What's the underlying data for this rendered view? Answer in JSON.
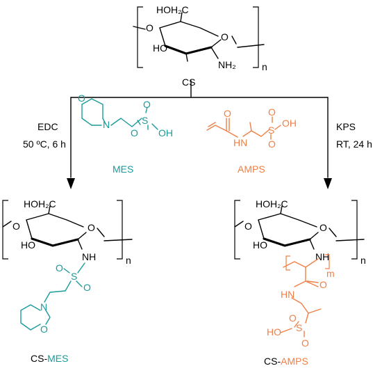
{
  "colors": {
    "text": "#000000",
    "mes": "#1a9a9a",
    "amps": "#f07f44"
  },
  "scheme": {
    "reactant_label": "CS",
    "left_conditions": [
      "EDC",
      "50 ºC, 6 h"
    ],
    "right_conditions": [
      "KPS",
      "RT, 24 h"
    ],
    "reagent_left": "MES",
    "reagent_right": "AMPS",
    "product_left_prefix": "CS-",
    "product_left_suffix": "MES",
    "product_right_prefix": "CS-",
    "product_right_suffix": "AMPS"
  },
  "atoms": {
    "hoh2c": "HOH₂C",
    "ho": "HO",
    "o": "O",
    "nh2": "NH₂",
    "nh": "NH",
    "hn": "HN",
    "n": "N",
    "s": "S",
    "oh": "OH",
    "ho2": "HO",
    "repeat_n": "n",
    "repeat_m": "m"
  }
}
